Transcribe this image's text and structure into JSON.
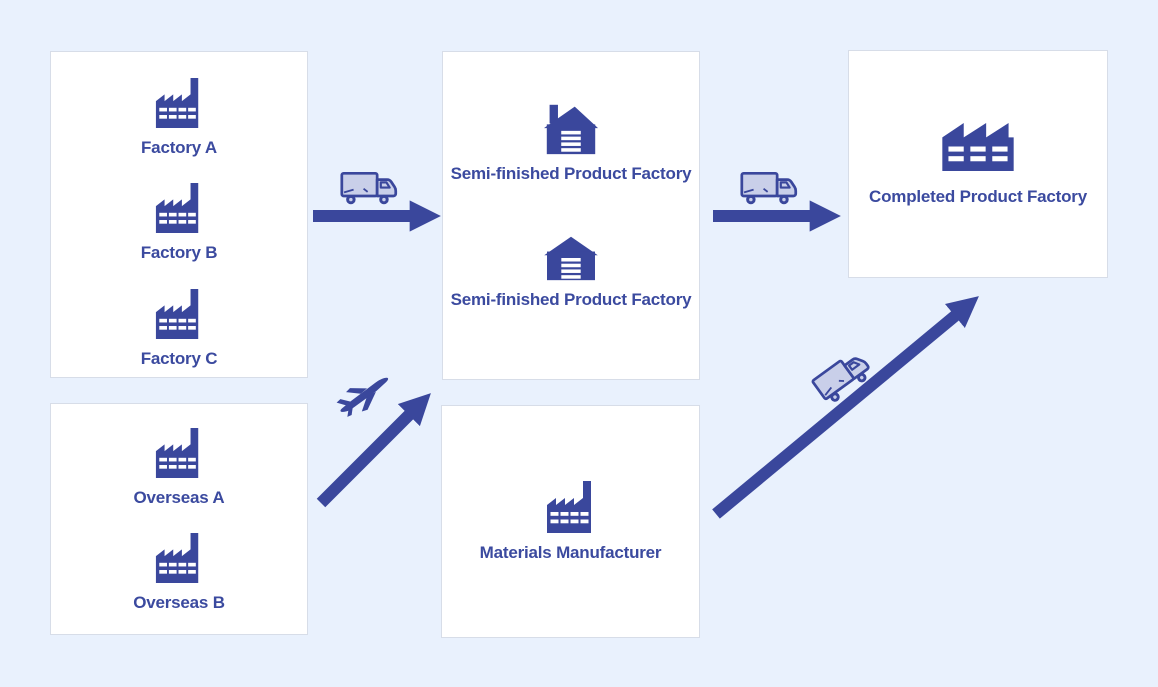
{
  "colors": {
    "background": "#e9f1fd",
    "accent": "#3a479c",
    "label_text": "#3b4a9f",
    "vehicle_fill": "#c9cfe9",
    "panel_background": "#ffffff",
    "panel_border": "#d7dde8"
  },
  "panels": {
    "factories": {
      "items": [
        {
          "icon": "factory-icon",
          "label": "Factory A"
        },
        {
          "icon": "factory-icon",
          "label": "Factory B"
        },
        {
          "icon": "factory-icon",
          "label": "Factory C"
        }
      ]
    },
    "overseas": {
      "items": [
        {
          "icon": "factory-icon",
          "label": "Overseas A"
        },
        {
          "icon": "factory-icon",
          "label": "Overseas B"
        }
      ]
    },
    "semi_finished": {
      "items": [
        {
          "icon": "warehouse-chimney-icon",
          "label": "Semi-finished Product Factory"
        },
        {
          "icon": "warehouse-icon",
          "label": "Semi-finished Product Factory"
        }
      ]
    },
    "materials": {
      "items": [
        {
          "icon": "factory-icon",
          "label": "Materials Manufacturer"
        }
      ]
    },
    "completed": {
      "items": [
        {
          "icon": "factory-large-icon",
          "label": "Completed Product Factory"
        }
      ]
    }
  },
  "connections": [
    {
      "from": "factories",
      "to": "semi_finished",
      "vehicle": "truck"
    },
    {
      "from": "semi_finished",
      "to": "completed",
      "vehicle": "truck"
    },
    {
      "from": "overseas",
      "to": "semi_finished",
      "vehicle": "airplane"
    },
    {
      "from": "materials",
      "to": "completed",
      "vehicle": "truck"
    }
  ]
}
